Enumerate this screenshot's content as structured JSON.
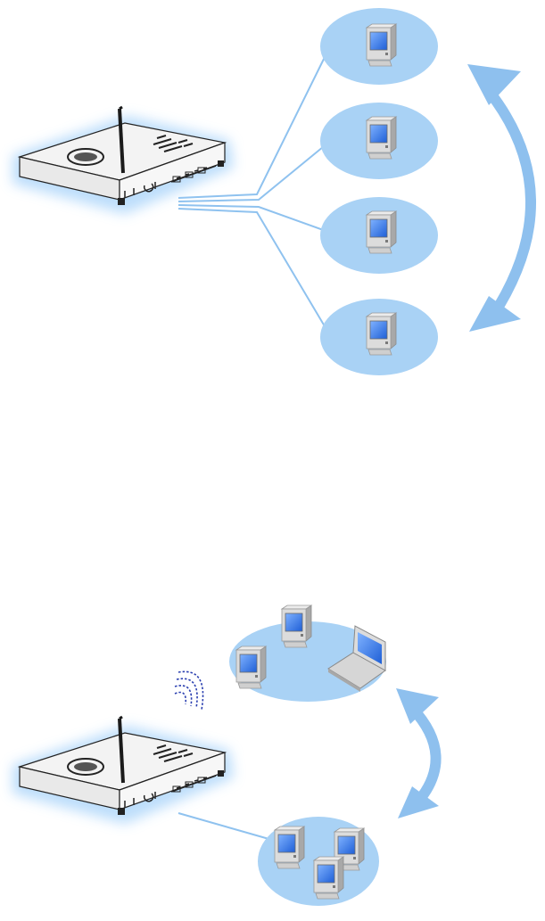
{
  "colors": {
    "background": "#ffffff",
    "bubble": "#a9d2f5",
    "bubble_stroke": "#8fc2ef",
    "arrow": "#8ec0ee",
    "cable": "#8fc2ef",
    "router_glow": "#b9dcfb",
    "router_body": "#f4f4f4",
    "router_outline": "#222222",
    "monitor_frame": "#d8d8d8",
    "monitor_screen": "#2f73e0",
    "signal_waves": "#2a3fb0"
  },
  "diagrams": [
    {
      "name": "wired-network-diagram",
      "router_icon": "router-icon",
      "computer_icon": "desktop-computer-icon",
      "arrow_icon": "double-headed-arrow-icon",
      "bubble_count": 4
    },
    {
      "name": "wireless-network-diagram",
      "router_icon": "router-icon",
      "signal_icon": "wireless-signal-icon",
      "computer_icon": "desktop-computer-icon",
      "laptop_icon": "laptop-icon",
      "arrow_icon": "double-headed-arrow-icon"
    }
  ]
}
